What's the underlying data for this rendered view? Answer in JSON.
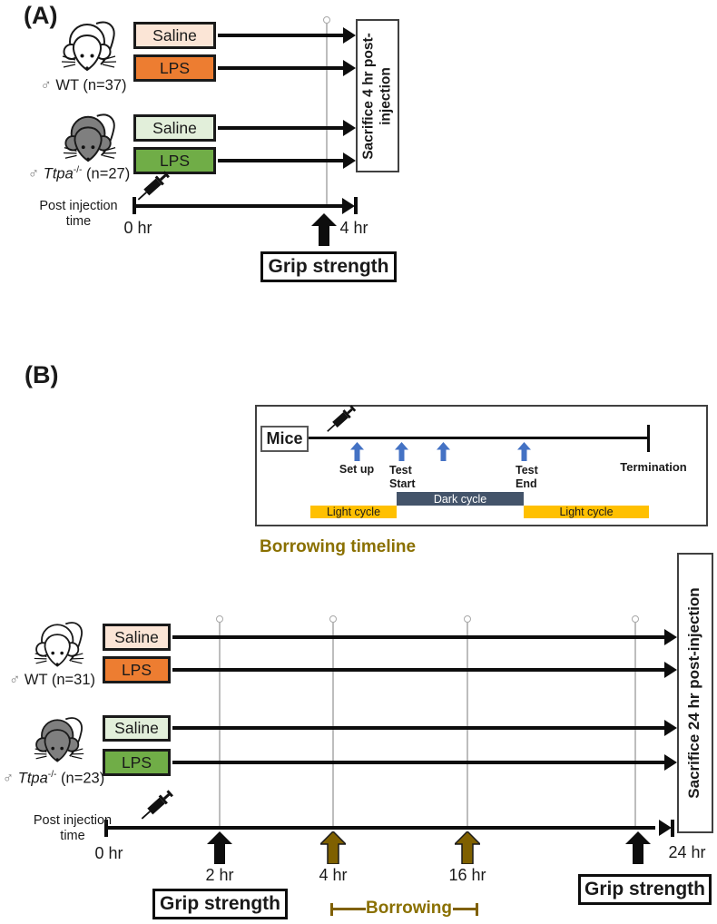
{
  "figure": {
    "colors": {
      "saline_wt_fill": "#FBE5D6",
      "lps_wt_fill": "#ED7D31",
      "saline_ttpa_fill": "#E2EFDA",
      "lps_ttpa_fill": "#70AD47",
      "light_cycle_fill": "#FFC000",
      "dark_cycle_fill": "#44546A",
      "event_arrow_blue": "#4472C4",
      "borrowing_olive": "#7F6000",
      "borrowing_text": "#8A7000",
      "wt_mouse_fill": "#FFFFFF",
      "ttpa_mouse_fill": "#7F7F7F"
    },
    "panel_a": {
      "label": "(A)",
      "groups": [
        {
          "sex": "♂",
          "genotype": "WT",
          "n": "(n=37)",
          "treatments": [
            "Saline",
            "LPS"
          ]
        },
        {
          "sex": "♂",
          "genotype": "Ttpa",
          "genotype_sup": "-/-",
          "n": "(n=27)",
          "treatments": [
            "Saline",
            "LPS"
          ]
        }
      ],
      "endpoint": "Sacrifice 4 hr post-injection",
      "timeline": {
        "axis_label_line1": "Post injection",
        "axis_label_line2": "time",
        "start": "0 hr",
        "end": "4 hr"
      },
      "grip_label": "Grip strength"
    },
    "panel_b": {
      "label": "(B)",
      "inset": {
        "subject": "Mice",
        "setup_label": "Set up",
        "test_start_line1": "Test",
        "test_start_line2": "Start",
        "test_end_line1": "Test",
        "test_end_line2": "End",
        "termination_label": "Termination",
        "dark_cycle": "Dark cycle",
        "light_cycle_left": "Light cycle",
        "light_cycle_right": "Light cycle",
        "caption": "Borrowing timeline"
      },
      "groups": [
        {
          "sex": "♂",
          "genotype": "WT",
          "n": "(n=31)",
          "treatments": [
            "Saline",
            "LPS"
          ]
        },
        {
          "sex": "♂",
          "genotype": "Ttpa",
          "genotype_sup": "-/-",
          "n": "(n=23)",
          "treatments": [
            "Saline",
            "LPS"
          ]
        }
      ],
      "endpoint": "Sacrifice 24 hr post-injection",
      "timeline": {
        "axis_label_line1": "Post injection",
        "axis_label_line2": "time",
        "start": "0 hr",
        "t_2": "2 hr",
        "t_4": "4 hr",
        "t_16": "16 hr",
        "end": "24 hr"
      },
      "grip_label_1": "Grip strength",
      "grip_label_2": "Grip strength",
      "borrowing_label": "Borrowing"
    }
  }
}
